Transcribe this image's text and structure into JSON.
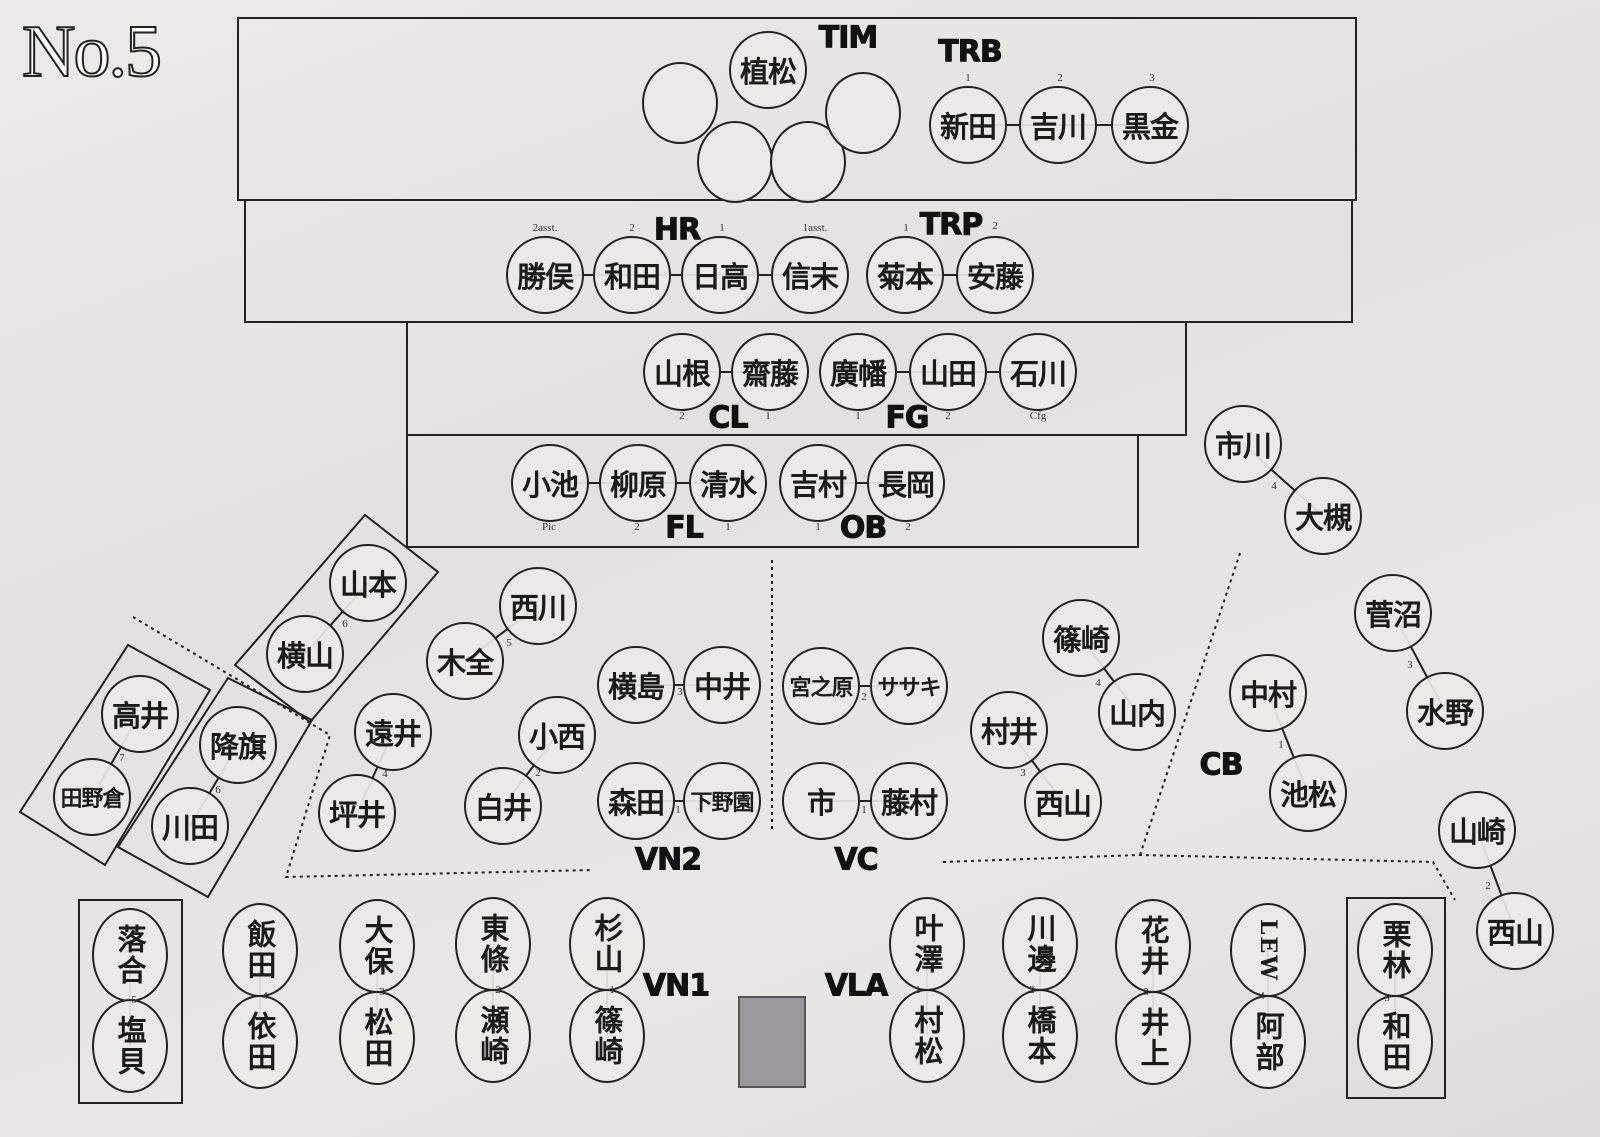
{
  "title": "No.5",
  "sections": {
    "TIM": "TIM",
    "TRB": "TRB",
    "HR": "HR",
    "TRP": "TRP",
    "CL": "CL",
    "FG": "FG",
    "FL": "FL",
    "OB": "OB",
    "VN2": "VN2",
    "VC": "VC",
    "CB": "CB",
    "VN1": "VN1",
    "VLA": "VLA"
  },
  "seats": [
    "植松",
    "",
    "",
    "",
    "",
    "新田",
    "吉川",
    "黒金",
    "勝俣",
    "和田",
    "日高",
    "信末",
    "菊本",
    "安藤",
    "山根",
    "齋藤",
    "廣幡",
    "山田",
    "石川",
    "小池",
    "柳原",
    "清水",
    "吉村",
    "長岡",
    "山本",
    "横山",
    "西川",
    "木全",
    "高井",
    "田野倉",
    "降旗",
    "川田",
    "遠井",
    "坪井",
    "小西",
    "白井",
    "横島",
    "中井",
    "森田",
    "下野園",
    "宮之原",
    "ササキ",
    "市",
    "藤村",
    "篠崎",
    "山内",
    "村井",
    "西山",
    "市川",
    "大槻",
    "菅沼",
    "水野",
    "中村",
    "池松",
    "山崎",
    "西山",
    "落合",
    "塩貝",
    "飯田",
    "依田",
    "大保",
    "松田",
    "東條",
    "瀬崎",
    "杉山",
    "篠崎",
    "叶澤",
    "村松",
    "川邊",
    "橋本",
    "花井",
    "井上",
    "LEW",
    "阿部",
    "栗林",
    "和田"
  ],
  "marks": [
    "1",
    "2",
    "3",
    "2asst.",
    "2",
    "1",
    "1asst.",
    "1",
    "2",
    "2",
    "1",
    "1",
    "2",
    "Cfg",
    "Pic",
    "2",
    "1",
    "1",
    "2",
    "6",
    "5",
    "7",
    "6",
    "4",
    "2",
    "3",
    "1",
    "2",
    "1",
    "4",
    "3",
    "4",
    "3",
    "1",
    "2",
    "5",
    "4",
    "3",
    "2",
    "1",
    "1",
    "2",
    "3",
    "4",
    "5"
  ]
}
